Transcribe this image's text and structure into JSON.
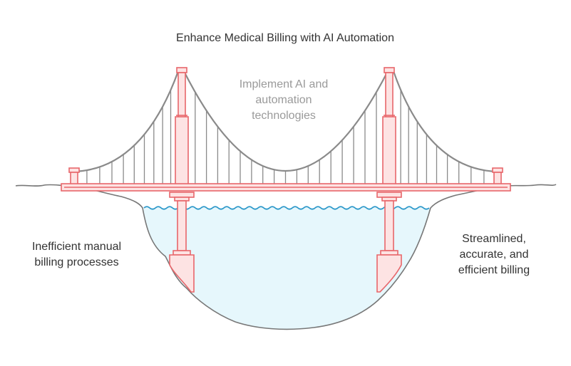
{
  "title": "Enhance Medical Billing with AI Automation",
  "solution": {
    "lines": [
      "Implement AI and",
      "automation",
      "technologies"
    ]
  },
  "current_state": {
    "lines": [
      "Inefficient manual",
      "billing processes"
    ]
  },
  "future_state": {
    "lines": [
      "Streamlined,",
      "accurate, and",
      "efficient billing"
    ]
  },
  "colors": {
    "bridge_stroke": "#e8666a",
    "bridge_fill": "#fde3e3",
    "cable": "#8a8a8a",
    "ground": "#777777",
    "water_fill": "#e6f7fc",
    "water_wave": "#2a97c9",
    "text": "#333333",
    "text_muted": "#9a9a9a"
  }
}
